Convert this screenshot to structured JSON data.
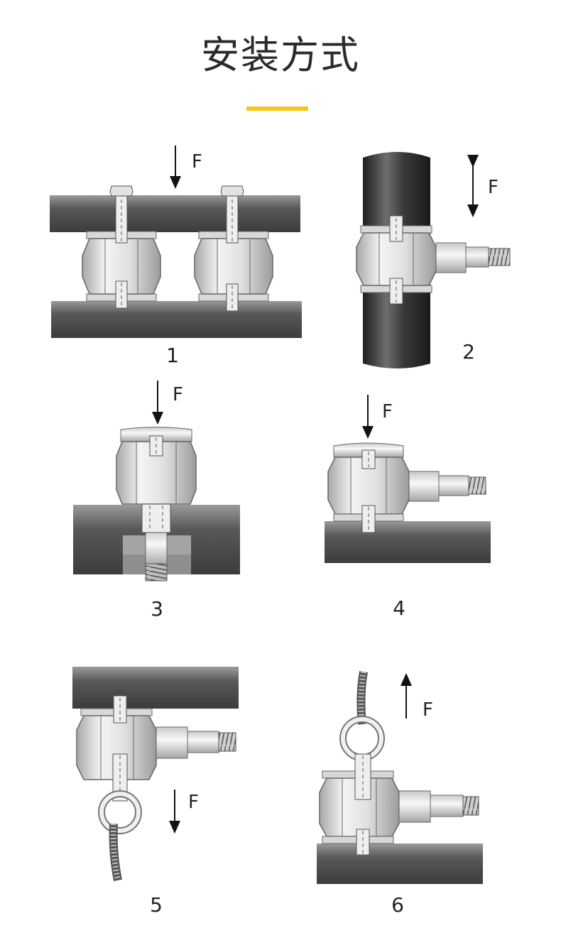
{
  "title": "安装方式",
  "accent_color": "#f5c518",
  "force_label": "F",
  "figures": [
    {
      "number": "1",
      "force": "down"
    },
    {
      "number": "2",
      "force": "up-down"
    },
    {
      "number": "3",
      "force": "down"
    },
    {
      "number": "4",
      "force": "down"
    },
    {
      "number": "5",
      "force": "down"
    },
    {
      "number": "6",
      "force": "up"
    }
  ]
}
